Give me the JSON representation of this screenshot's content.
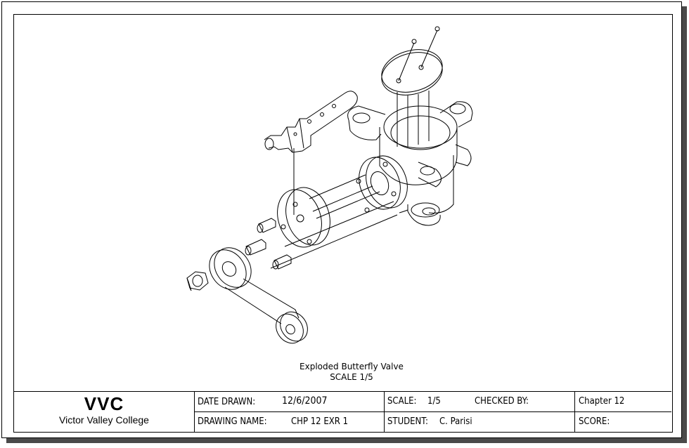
{
  "drawing": {
    "title": "Exploded Butterfly Valve",
    "scale_note": "SCALE 1/5"
  },
  "title_block": {
    "logo": "VVC",
    "college": "Victor Valley College",
    "date_label": "DATE DRAWN:",
    "date_value": "12/6/2007",
    "scale_label": "SCALE:",
    "scale_value": "1/5",
    "checked_label": "CHECKED BY:",
    "checked_value": "",
    "chapter": "Chapter 12",
    "drawing_name_label": "DRAWING NAME:",
    "drawing_name_value": "CHP 12 EXR 1",
    "student_label": "STUDENT:",
    "student_value": "C. Parisi",
    "score_label": "SCORE:",
    "score_value": ""
  }
}
